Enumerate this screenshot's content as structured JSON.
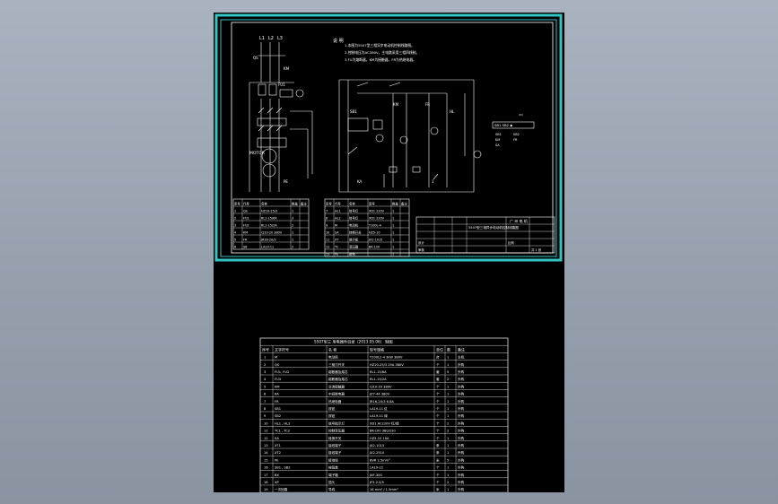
{
  "colors": {
    "background": "#8f99a6",
    "viewport": "#000000",
    "frame": "#33c4c4",
    "line": "#ffffff",
    "accent": "#ffe040",
    "red": "#e03030"
  },
  "power": {
    "phases": [
      "L1",
      "L2",
      "L3"
    ],
    "motor": "MOTOR",
    "qs": "QS",
    "km": "KM"
  },
  "notes": {
    "title": "说 明",
    "lines": [
      "1.本图为5507型三相异步电动机控制线路图。",
      "2.控制电压为AC380V，主电路采用三相四线制。",
      "3.FU为熔断器，KM为接触器，FR为热继电器。"
    ]
  },
  "legend": {
    "codes": [
      "SB1",
      "SB2",
      "KM",
      "FR",
      "SA"
    ],
    "box_label": "SB1 SB2 ◆"
  },
  "parts_table": {
    "headers": [
      "序号",
      "代号",
      "名称",
      "数量",
      "备注"
    ],
    "rows": [
      [
        "1",
        "QS",
        "HZ10-25/3",
        "1",
        ""
      ],
      [
        "2",
        "FU1",
        "RL1-15/6A",
        "3",
        ""
      ],
      [
        "3",
        "FU2",
        "RL1-15/2A",
        "2",
        ""
      ],
      [
        "4",
        "KM",
        "CJ10-20 380V",
        "1",
        ""
      ],
      [
        "5",
        "FR",
        "JR16-20/3",
        "1",
        ""
      ],
      [
        "6",
        "SB",
        "LA19-11",
        "2",
        ""
      ]
    ]
  },
  "parts_table2": {
    "headers": [
      "序号",
      "代号",
      "名称",
      "型号",
      "数量",
      "备注"
    ],
    "rows": [
      [
        "7",
        "HL1",
        "信号灯",
        "XD1 220V",
        "1",
        ""
      ],
      [
        "8",
        "HL2",
        "信号灯",
        "XD1 220V",
        "1",
        ""
      ],
      [
        "9",
        "M",
        "电动机",
        "Y100L-4",
        "1",
        ""
      ],
      [
        "10",
        "SA",
        "转换开关",
        "HZ5-10",
        "1",
        ""
      ],
      [
        "11",
        "XT",
        "端子板",
        "JX2-1015",
        "1",
        ""
      ],
      [
        "12",
        "TC",
        "变压器",
        "BK-100",
        "1",
        ""
      ],
      [
        "13",
        "PE",
        "接地",
        "",
        "1",
        ""
      ]
    ]
  },
  "title_block": {
    "name": "5507型三相异步电动机控制线路图",
    "school": "广 州 电 机",
    "drawn": "设计",
    "checked": "审核",
    "scale": "比例",
    "sheet": "共 1 张"
  },
  "bom": {
    "title": "5507型三 用电器件目录（2013.05.06） 制图",
    "headers": [
      "序号",
      "文字符号",
      "名 称",
      "型号规格",
      "单位",
      "数",
      "备注"
    ],
    "rows": [
      [
        "1",
        "M",
        "电动机",
        "Y100L2-4 3kW 380V",
        "台",
        "1",
        "主机"
      ],
      [
        "2",
        "QS",
        "三相刀开关",
        "HZ10-25/3 25A 380V",
        "个",
        "1",
        "外购"
      ],
      [
        "3",
        "FU1, FU2",
        "熔断器及熔芯",
        "RL1-15/6A",
        "套",
        "5",
        "外购"
      ],
      [
        "4",
        "FU3",
        "熔断器及熔芯",
        "RL1-15/2A",
        "套",
        "2",
        "外购"
      ],
      [
        "5",
        "KM",
        "交流接触器",
        "CJ10-20 380V",
        "个",
        "1",
        "外购"
      ],
      [
        "6",
        "KA",
        "中间继电器",
        "JZ7-44 380V",
        "个",
        "1",
        "外购"
      ],
      [
        "7",
        "FR",
        "热继电器",
        "JR16-20/3 6.8A",
        "个",
        "1",
        "外购"
      ],
      [
        "8",
        "SB1",
        "按钮",
        "LA19-11 红",
        "个",
        "1",
        "外购"
      ],
      [
        "9",
        "SB2",
        "按钮",
        "LA19-11 绿",
        "个",
        "1",
        "外购"
      ],
      [
        "10",
        "HL1 , HL2",
        "信号指示灯",
        "XD1 AC220V 红/绿",
        "个",
        "2",
        "外购"
      ],
      [
        "11",
        "TC1 , TC2",
        "控制变压器",
        "BK-100 380/220",
        "个",
        "2",
        "外购"
      ],
      [
        "12",
        "SA",
        "转换开关",
        "HZ5-10 10A",
        "个",
        "1",
        "外购"
      ],
      [
        "13",
        "XT1",
        "接线端子",
        "JX2-1015",
        "条",
        "1",
        "外购"
      ],
      [
        "14",
        "XT2",
        "接线端子",
        "JX2-2510",
        "条",
        "1",
        "外购"
      ],
      [
        "15",
        "PE",
        "接地线",
        "BVR 2.5mm²",
        "米",
        "5",
        "外购"
      ],
      [
        "16",
        "SB1 , SB2",
        "按钮盒",
        "LA19-22",
        "个",
        "1",
        "外购"
      ],
      [
        "17",
        "BX",
        "端子箱",
        "JXF-300",
        "个",
        "1",
        "外购"
      ],
      [
        "18",
        "XP",
        "插头",
        "JF5-2.5/5",
        "个",
        "2",
        "外购"
      ],
      [
        "19",
        "一次回路",
        "导线",
        "16 mm² / 1.5mm²",
        "米",
        "1",
        "外购"
      ]
    ]
  }
}
